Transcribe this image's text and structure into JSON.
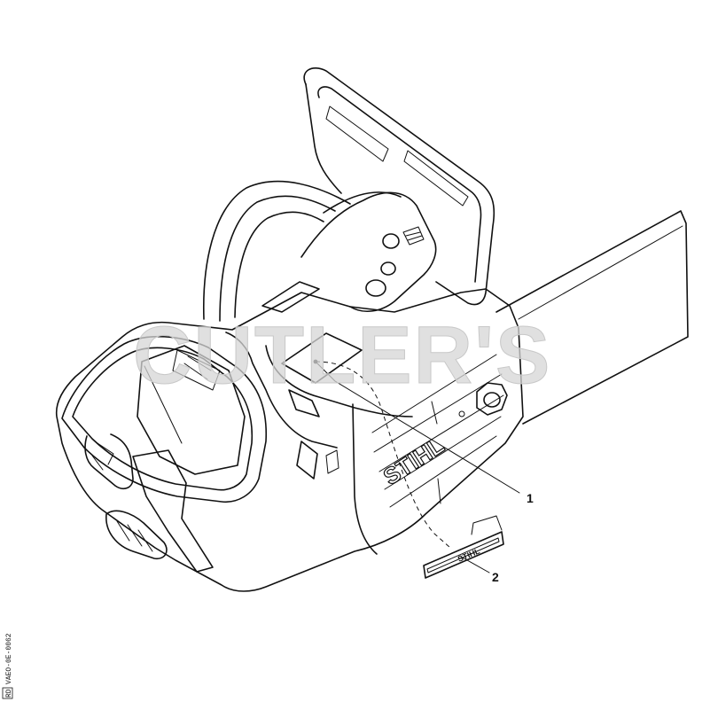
{
  "watermark": {
    "text": "CUTLER'S"
  },
  "brand_text": "STIHL",
  "sticker_text": "STIHL",
  "callouts": [
    {
      "number": "1"
    },
    {
      "number": "2"
    }
  ],
  "drawing_code": "VAEO-0E-0062",
  "code_box": "RD"
}
